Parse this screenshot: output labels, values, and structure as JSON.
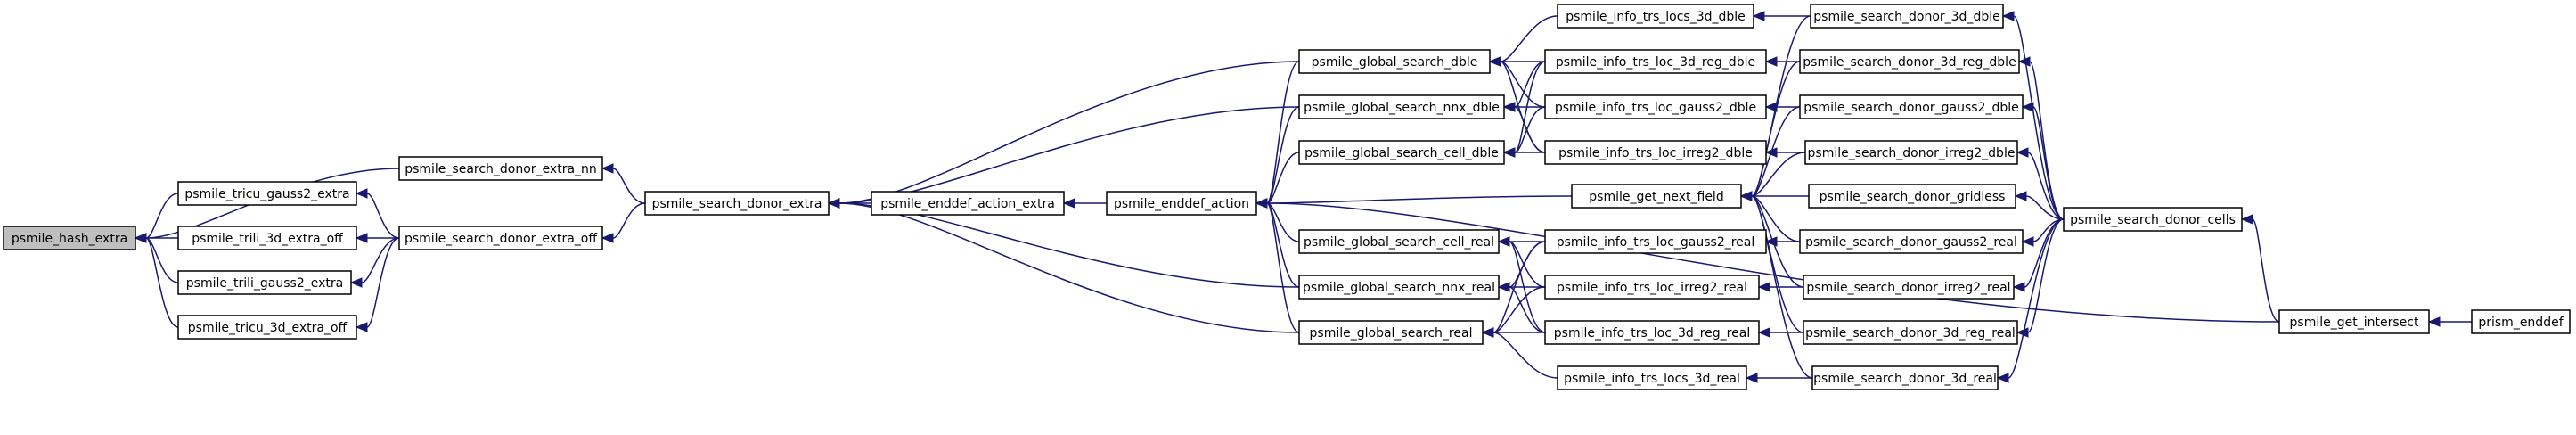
{
  "graph": {
    "colors": {
      "edge": "#191970",
      "node_fill": "#ffffff",
      "highlight_fill": "#bfbfbf",
      "border": "#000000"
    },
    "nodes": [
      {
        "id": "hash_extra",
        "label": "psmile_hash_extra",
        "highlight": true
      },
      {
        "id": "tricu_gauss2",
        "label": "psmile_tricu_gauss2_extra"
      },
      {
        "id": "trili_3d_off",
        "label": "psmile_trili_3d_extra_off"
      },
      {
        "id": "trili_gauss2",
        "label": "psmile_trili_gauss2_extra"
      },
      {
        "id": "tricu_3d_off",
        "label": "psmile_tricu_3d_extra_off"
      },
      {
        "id": "sde_nn",
        "label": "psmile_search_donor_extra_nn"
      },
      {
        "id": "sde_off",
        "label": "psmile_search_donor_extra_off"
      },
      {
        "id": "sde",
        "label": "psmile_search_donor_extra"
      },
      {
        "id": "eda_extra",
        "label": "psmile_enddef_action_extra"
      },
      {
        "id": "eda",
        "label": "psmile_enddef_action"
      },
      {
        "id": "gs_dble",
        "label": "psmile_global_search_dble"
      },
      {
        "id": "gs_nnx_dble",
        "label": "psmile_global_search_nnx_dble"
      },
      {
        "id": "gs_cell_dble",
        "label": "psmile_global_search_cell_dble"
      },
      {
        "id": "gs_cell_real",
        "label": "psmile_global_search_cell_real"
      },
      {
        "id": "gs_nnx_real",
        "label": "psmile_global_search_nnx_real"
      },
      {
        "id": "gs_real",
        "label": "psmile_global_search_real"
      },
      {
        "id": "its_locs3d_dble",
        "label": "psmile_info_trs_locs_3d_dble"
      },
      {
        "id": "its_loc3dreg_dble",
        "label": "psmile_info_trs_loc_3d_reg_dble"
      },
      {
        "id": "its_locgauss2_dble",
        "label": "psmile_info_trs_loc_gauss2_dble"
      },
      {
        "id": "its_locirreg2_dble",
        "label": "psmile_info_trs_loc_irreg2_dble"
      },
      {
        "id": "gnf",
        "label": "psmile_get_next_field"
      },
      {
        "id": "its_locgauss2_real",
        "label": "psmile_info_trs_loc_gauss2_real"
      },
      {
        "id": "its_locirreg2_real",
        "label": "psmile_info_trs_loc_irreg2_real"
      },
      {
        "id": "its_loc3dreg_real",
        "label": "psmile_info_trs_loc_3d_reg_real"
      },
      {
        "id": "its_locs3d_real",
        "label": "psmile_info_trs_locs_3d_real"
      },
      {
        "id": "sd_3d_dble",
        "label": "psmile_search_donor_3d_dble"
      },
      {
        "id": "sd_3dreg_dble",
        "label": "psmile_search_donor_3d_reg_dble"
      },
      {
        "id": "sd_gauss2_dble",
        "label": "psmile_search_donor_gauss2_dble"
      },
      {
        "id": "sd_irreg2_dble",
        "label": "psmile_search_donor_irreg2_dble"
      },
      {
        "id": "sd_gridless",
        "label": "psmile_search_donor_gridless"
      },
      {
        "id": "sd_gauss2_real",
        "label": "psmile_search_donor_gauss2_real"
      },
      {
        "id": "sd_irreg2_real",
        "label": "psmile_search_donor_irreg2_real"
      },
      {
        "id": "sd_3dreg_real",
        "label": "psmile_search_donor_3d_reg_real"
      },
      {
        "id": "sd_3d_real",
        "label": "psmile_search_donor_3d_real"
      },
      {
        "id": "sd_cells",
        "label": "psmile_search_donor_cells"
      },
      {
        "id": "get_intersect",
        "label": "psmile_get_intersect"
      },
      {
        "id": "prism_enddef",
        "label": "prism_enddef"
      }
    ],
    "edges": [
      [
        "sde_nn",
        "hash_extra"
      ],
      [
        "tricu_gauss2",
        "hash_extra"
      ],
      [
        "trili_3d_off",
        "hash_extra"
      ],
      [
        "trili_gauss2",
        "hash_extra"
      ],
      [
        "tricu_3d_off",
        "hash_extra"
      ],
      [
        "sde_off",
        "tricu_gauss2"
      ],
      [
        "sde_off",
        "trili_3d_off"
      ],
      [
        "sde_off",
        "trili_gauss2"
      ],
      [
        "sde_off",
        "tricu_3d_off"
      ],
      [
        "sde",
        "sde_nn"
      ],
      [
        "sde",
        "sde_off"
      ],
      [
        "eda_extra",
        "sde"
      ],
      [
        "gs_dble",
        "sde"
      ],
      [
        "gs_nnx_dble",
        "sde"
      ],
      [
        "gs_nnx_real",
        "sde"
      ],
      [
        "gs_real",
        "sde"
      ],
      [
        "eda",
        "eda_extra"
      ],
      [
        "gs_dble",
        "eda"
      ],
      [
        "gs_nnx_dble",
        "eda"
      ],
      [
        "gs_cell_dble",
        "eda"
      ],
      [
        "gnf",
        "eda"
      ],
      [
        "gs_cell_real",
        "eda"
      ],
      [
        "gs_nnx_real",
        "eda"
      ],
      [
        "gs_real",
        "eda"
      ],
      [
        "get_intersect",
        "eda"
      ],
      [
        "its_locs3d_dble",
        "gs_dble"
      ],
      [
        "its_loc3dreg_dble",
        "gs_dble"
      ],
      [
        "its_locgauss2_dble",
        "gs_dble"
      ],
      [
        "its_locirreg2_dble",
        "gs_dble"
      ],
      [
        "its_loc3dreg_dble",
        "gs_nnx_dble"
      ],
      [
        "its_locgauss2_dble",
        "gs_nnx_dble"
      ],
      [
        "its_locirreg2_dble",
        "gs_nnx_dble"
      ],
      [
        "its_loc3dreg_dble",
        "gs_cell_dble"
      ],
      [
        "its_locgauss2_dble",
        "gs_cell_dble"
      ],
      [
        "its_locirreg2_dble",
        "gs_cell_dble"
      ],
      [
        "its_locgauss2_real",
        "gs_cell_real"
      ],
      [
        "its_locirreg2_real",
        "gs_cell_real"
      ],
      [
        "its_loc3dreg_real",
        "gs_cell_real"
      ],
      [
        "its_locgauss2_real",
        "gs_nnx_real"
      ],
      [
        "its_locirreg2_real",
        "gs_nnx_real"
      ],
      [
        "its_loc3dreg_real",
        "gs_nnx_real"
      ],
      [
        "its_locgauss2_real",
        "gs_real"
      ],
      [
        "its_locirreg2_real",
        "gs_real"
      ],
      [
        "its_loc3dreg_real",
        "gs_real"
      ],
      [
        "its_locs3d_real",
        "gs_real"
      ],
      [
        "sd_3d_dble",
        "its_locs3d_dble"
      ],
      [
        "sd_3dreg_dble",
        "its_loc3dreg_dble"
      ],
      [
        "sd_gauss2_dble",
        "its_locgauss2_dble"
      ],
      [
        "sd_irreg2_dble",
        "its_locirreg2_dble"
      ],
      [
        "sd_gauss2_real",
        "its_locgauss2_real"
      ],
      [
        "sd_irreg2_real",
        "its_locirreg2_real"
      ],
      [
        "sd_3dreg_real",
        "its_loc3dreg_real"
      ],
      [
        "sd_3d_real",
        "its_locs3d_real"
      ],
      [
        "sd_3d_dble",
        "gnf"
      ],
      [
        "sd_3dreg_dble",
        "gnf"
      ],
      [
        "sd_gauss2_dble",
        "gnf"
      ],
      [
        "sd_irreg2_dble",
        "gnf"
      ],
      [
        "sd_gridless",
        "gnf"
      ],
      [
        "sd_gauss2_real",
        "gnf"
      ],
      [
        "sd_irreg2_real",
        "gnf"
      ],
      [
        "sd_3dreg_real",
        "gnf"
      ],
      [
        "sd_3d_real",
        "gnf"
      ],
      [
        "sd_cells",
        "sd_3d_dble"
      ],
      [
        "sd_cells",
        "sd_3dreg_dble"
      ],
      [
        "sd_cells",
        "sd_gauss2_dble"
      ],
      [
        "sd_cells",
        "sd_irreg2_dble"
      ],
      [
        "sd_cells",
        "sd_gridless"
      ],
      [
        "sd_cells",
        "sd_gauss2_real"
      ],
      [
        "sd_cells",
        "sd_irreg2_real"
      ],
      [
        "sd_cells",
        "sd_3dreg_real"
      ],
      [
        "sd_cells",
        "sd_3d_real"
      ],
      [
        "get_intersect",
        "sd_cells"
      ],
      [
        "prism_enddef",
        "get_intersect"
      ]
    ]
  }
}
